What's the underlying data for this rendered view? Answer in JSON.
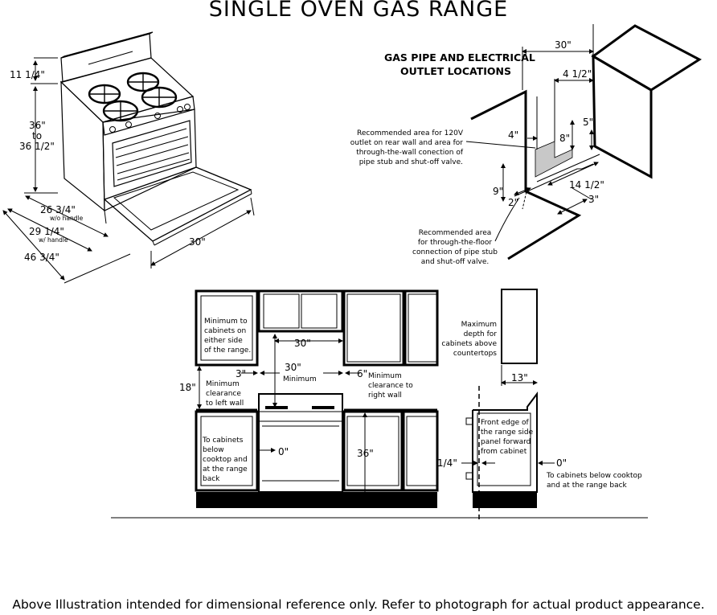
{
  "title": "SINGLE OVEN GAS RANGE",
  "footer": "Above Illustration intended for dimensional reference only. Refer to photograph for actual product appearance.",
  "range_dims": {
    "top_height": "11 1/4\"",
    "height_line1": "36\"",
    "height_line2": "to",
    "height_line3": "36 1/2\"",
    "depth_no_handle": "26 3/4\"",
    "depth_no_handle_note": "w/o handle",
    "depth_handle": "29 1/4\"",
    "depth_handle_note": "w/ handle",
    "depth_door_open": "46 3/4\"",
    "width": "30\""
  },
  "gas_pipe": {
    "heading_line1": "GAS PIPE AND ELECTRICAL",
    "heading_line2": "OUTLET LOCATIONS",
    "width": "30\"",
    "offset_right": "4 1/2\"",
    "dim_4": "4\"",
    "dim_5": "5\"",
    "dim_8": "8\"",
    "dim_9": "9\"",
    "dim_2": "2\"",
    "dim_14_half": "14 1/2\"",
    "dim_3": "3\"",
    "note_wall": [
      "Recommended area for 120V",
      "outlet on rear wall and area for",
      "through-the-wall conection of",
      "pipe stub and shut-off valve."
    ],
    "note_floor": [
      "Recommended area",
      "for through-the-floor",
      "connection of pipe stub",
      "and shut-off valve."
    ]
  },
  "install": {
    "min_cabinets_note": [
      "Minimum to",
      "cabinets on",
      "either side",
      "of the range."
    ],
    "width_30": "30\"",
    "min_30": "30\"",
    "min_30_label": "Minimum",
    "left_clear": "3\"",
    "left_clear_note": [
      "Minimum",
      "clearance",
      "to left wall"
    ],
    "right_clear": "6\"",
    "right_clear_note": [
      "Minimum",
      "clearance to",
      "right wall"
    ],
    "height_18": "18\"",
    "below_note": [
      "To cabinets",
      "below",
      "cooktop and",
      "at the range",
      "back"
    ],
    "zero_clear": "0\"",
    "counter_height": "36\""
  },
  "side_view": {
    "max_depth_note": [
      "Maximum",
      "depth for",
      "cabinets above",
      "countertops"
    ],
    "depth_13": "13\"",
    "front_edge_note": [
      "Front edge of",
      "the range side",
      "panel forward",
      "from cabinet"
    ],
    "quarter_in": "1/4\"",
    "zero": "0\"",
    "below_note": [
      "To cabinets below cooktop",
      "and at the range back"
    ]
  }
}
